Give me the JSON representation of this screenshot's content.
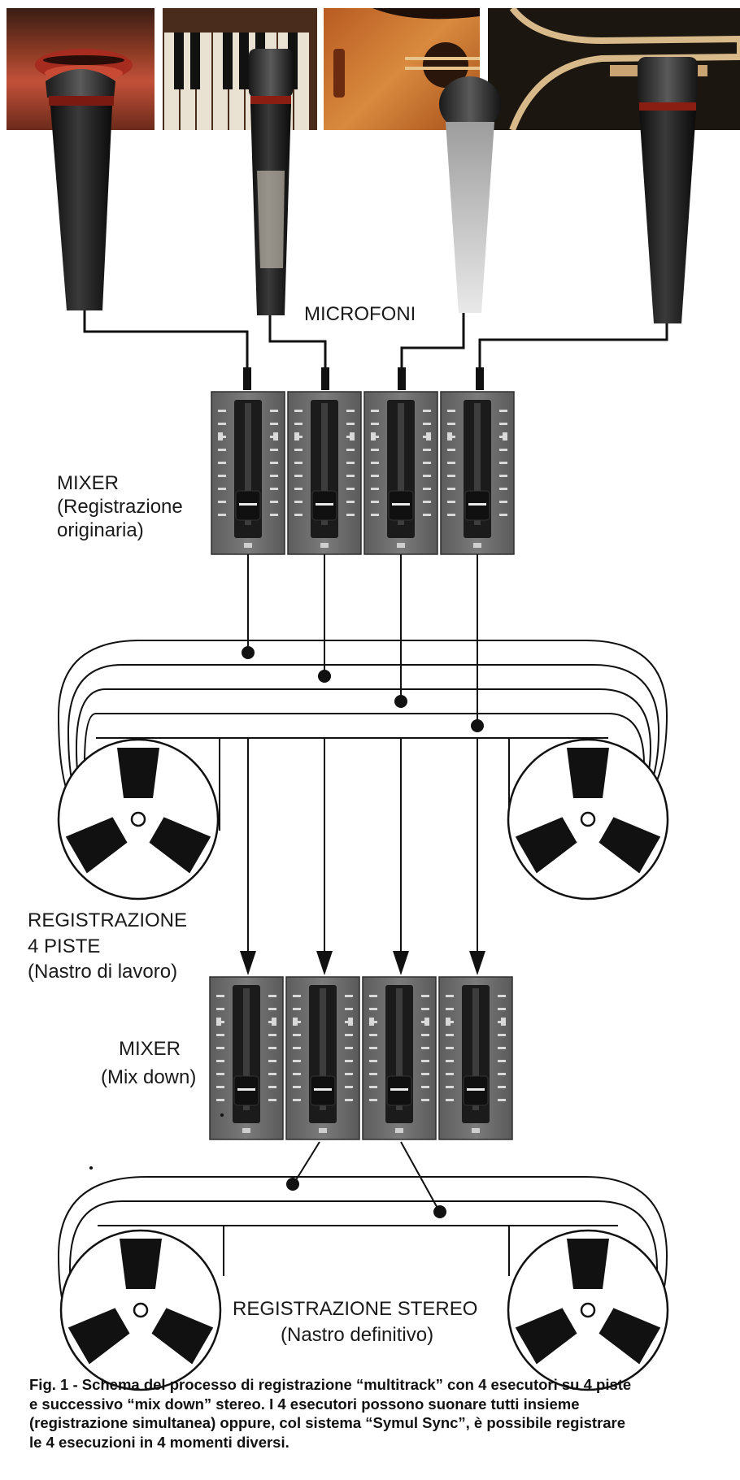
{
  "labels": {
    "microphones": "MICROFONI",
    "mixer1_title": "MIXER",
    "mixer1_line2": "(Registrazione",
    "mixer1_line3": "originaria)",
    "tape1_line1": "REGISTRAZIONE",
    "tape1_line2": "4 PISTE",
    "tape1_line3": "(Nastro di lavoro)",
    "mixer2_title": "MIXER",
    "mixer2_line2": "(Mix down)",
    "tape2_line1": "REGISTRAZIONE STEREO",
    "tape2_line2": "(Nastro definitivo)"
  },
  "photos": [
    "voice",
    "piano",
    "guitar",
    "trumpet"
  ],
  "caption": {
    "line1": "Fig. 1 - Schema del processo di registrazione “multitrack” con 4 esecutori su 4 piste",
    "line2": "e successivo “mix down” stereo. I 4 esecutori possono suonare tutti insieme",
    "line3": "(registrazione simultanea) oppure, col sistema “Symul Sync”, è possibile registrare",
    "line4": "le 4 esecuzioni in 4 momenti diversi."
  },
  "colors": {
    "ink": "#111111",
    "mixer_panel": "#6f6f6f",
    "photo_lips": "#b7452c",
    "photo_piano": "#5a3322",
    "photo_guitar": "#c96a2a",
    "photo_trumpet": "#1a1410"
  }
}
